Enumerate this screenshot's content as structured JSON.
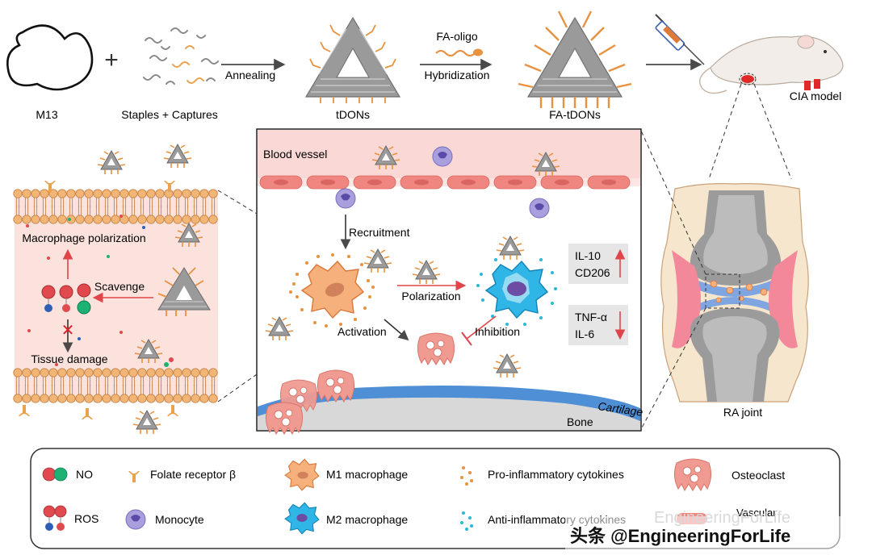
{
  "top_flow": {
    "m13_label": "M13",
    "plus": "+",
    "staples_label": "Staples + Captures",
    "annealing_label": "Annealing",
    "tdons_label": "tDONs",
    "fa_oligo_label": "FA-oligo",
    "hybridization_label": "Hybridization",
    "fa_tdons_label": "FA-tDONs",
    "cia_label": "CIA model"
  },
  "left_panel": {
    "macrophage_polarization": "Macrophage polarization",
    "scavenge": "Scavenge",
    "tissue_damage": "Tissue damage",
    "cross": "✕"
  },
  "center_panel": {
    "blood_vessel": "Blood vessel",
    "recruitment": "Recruitment",
    "polarization": "Polarization",
    "activation": "Activation",
    "inhibition": "Inhibition",
    "cartilage": "Cartilage",
    "bone": "Bone",
    "up_box": {
      "line1": "IL-10",
      "line2": "CD206"
    },
    "down_box": {
      "line1": "TNF-α",
      "line2": "IL-6"
    }
  },
  "right_panel": {
    "ra_joint": "RA joint"
  },
  "legend": {
    "no": "NO",
    "ros": "ROS",
    "folate_receptor": "Folate receptor β",
    "monocyte": "Monocyte",
    "m1": "M1 macrophage",
    "m2": "M2 macrophage",
    "pro_cytokines": "Pro-inflammatory cytokines",
    "anti_cytokines": "Anti-inflammatory cytokines",
    "osteoclast": "Osteoclast",
    "vascular": "Vascular"
  },
  "watermark": {
    "text": "头条 @EngineeringForLife",
    "faint": "EngineeringForLife"
  },
  "colors": {
    "orange": "#e8913f",
    "red": "#e0454a",
    "green": "#14b06f",
    "gray_dna": "#8c8c8c",
    "vessel_pink": "#f7d1cf",
    "cell_red": "#f08680",
    "panel_pink": "#fbe2dc",
    "monocyte": "#8b7fc7",
    "m2_blue": "#1fa7d9",
    "cartilage_blue": "#4f8fd6",
    "osteoclast": "#ef8f86"
  }
}
